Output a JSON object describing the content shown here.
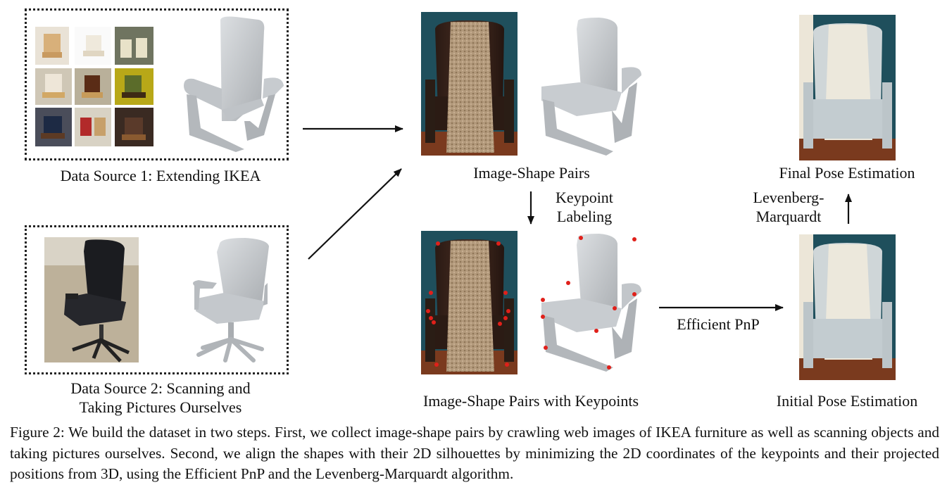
{
  "labels": {
    "data_source_1": "Data Source 1: Extending IKEA",
    "data_source_2_line1": "Data Source 2: Scanning and",
    "data_source_2_line2": "Taking Pictures Ourselves",
    "image_shape_pairs": "Image-Shape Pairs",
    "keypoint_labeling_line1": "Keypoint",
    "keypoint_labeling_line2": "Labeling",
    "image_shape_pairs_keypoints": "Image-Shape Pairs with Keypoints",
    "efficient_pnp": "Efficient PnP",
    "initial_pose": "Initial Pose Estimation",
    "levenberg_line1": "Levenberg-",
    "levenberg_line2": "Marquardt",
    "final_pose": "Final Pose Estimation"
  },
  "caption": "Figure 2: We build the dataset in two steps. First, we collect image-shape pairs by crawling web images of IKEA furniture as well as scanning objects and taking pictures ourselves. Second, we align the shapes with their 2D silhouettes by minimizing the 2D coordinates of the keypoints and their projected positions from 3D, using the Efficient PnP and the Levenberg-Marquardt algorithm.",
  "colors": {
    "keypoint": "#e0201a",
    "shape_gray": "#c9cccf",
    "wall_teal": "#1f4f5c",
    "wood_floor": "#7a3a1e"
  }
}
